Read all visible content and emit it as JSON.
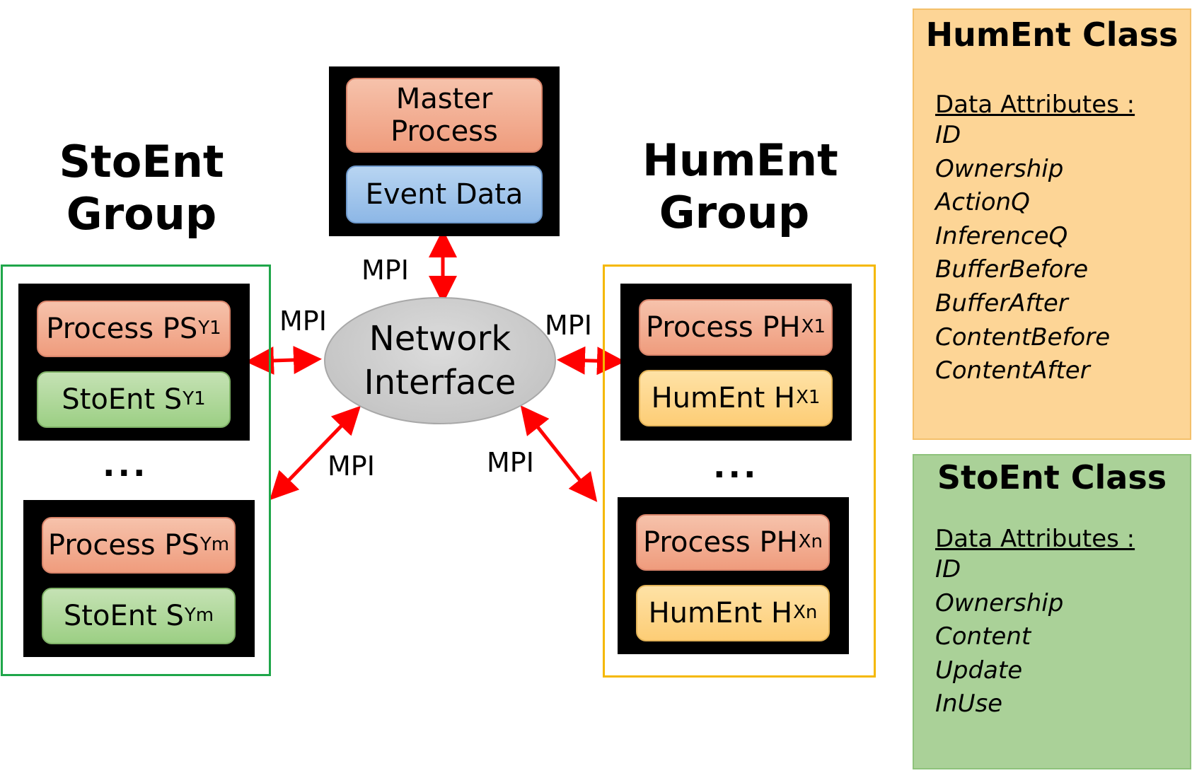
{
  "master": {
    "process_label": "Master Process",
    "event_label": "Event Data"
  },
  "network": {
    "line1": "Network",
    "line2": "Interface"
  },
  "mpi_label": "MPI",
  "stoent_group": {
    "title_line1": "StoEnt",
    "title_line2": "Group",
    "ellipsis": "...",
    "nodes": [
      {
        "process_main": "Process PS",
        "process_sub": "Y1",
        "entity_main": "StoEnt S",
        "entity_sub": "Y1"
      },
      {
        "process_main": "Process PS",
        "process_sub": "Ym",
        "entity_main": "StoEnt S",
        "entity_sub": "Ym"
      }
    ]
  },
  "hument_group": {
    "title_line1": "HumEnt",
    "title_line2": "Group",
    "ellipsis": "...",
    "nodes": [
      {
        "process_main": "Process PH",
        "process_sub": "X1",
        "entity_main": "HumEnt H",
        "entity_sub": "X1"
      },
      {
        "process_main": "Process PH",
        "process_sub": "Xn",
        "entity_main": "HumEnt H",
        "entity_sub": "Xn"
      }
    ]
  },
  "hument_class": {
    "title": "HumEnt Class",
    "attr_heading": "Data Attributes :",
    "attributes": [
      "ID",
      "Ownership",
      "ActionQ",
      "InferenceQ",
      "BufferBefore",
      "BufferAfter",
      "ContentBefore",
      "ContentAfter"
    ]
  },
  "stoent_class": {
    "title": "StoEnt Class",
    "attr_heading": "Data Attributes :",
    "attributes": [
      "ID",
      "Ownership",
      "Content",
      "Update",
      "InUse"
    ]
  },
  "colors": {
    "arrow": "#ff0000",
    "stoent_border": "#1fa64a",
    "hument_border": "#f5b800"
  }
}
